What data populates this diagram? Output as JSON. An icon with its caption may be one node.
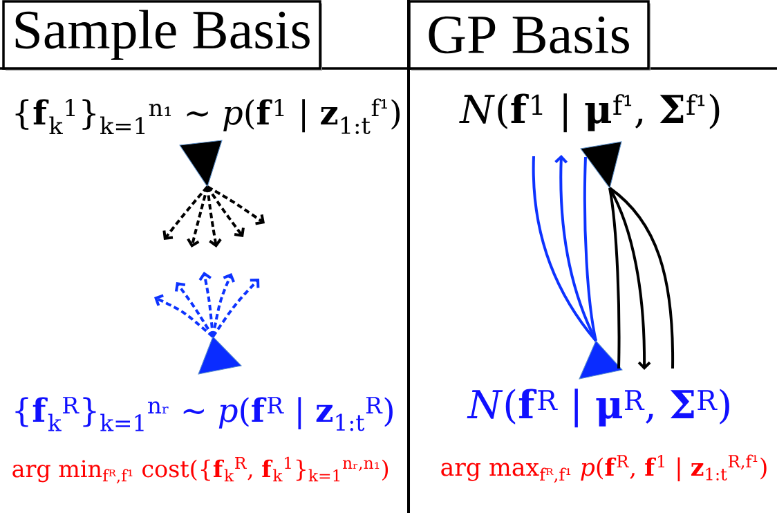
{
  "diagram": {
    "nodes": [
      {
        "text": [
          "Sample Basis"
        ]
      },
      {
        "text": [
          "GP Basis"
        ]
      },
      {
        "text": [],
        "shape": "triangle"
      },
      {
        "text": [],
        "shape": "triangle"
      },
      {
        "text": [],
        "shape": "triangle"
      },
      {
        "text": [],
        "shape": "triangle"
      }
    ],
    "edges": [
      {
        "from": 2,
        "to": null,
        "arrow": "to",
        "style": "dashed"
      },
      {
        "from": 2,
        "to": null,
        "arrow": "to",
        "style": "dashed"
      },
      {
        "from": 2,
        "to": null,
        "arrow": "to",
        "style": "dashed"
      },
      {
        "from": 2,
        "to": null,
        "arrow": "to",
        "style": "dashed"
      },
      {
        "from": 2,
        "to": null,
        "arrow": "to",
        "style": "dashed"
      },
      {
        "from": 4,
        "to": null,
        "arrow": "to",
        "style": "dashed",
        "color": "#0d33ff"
      },
      {
        "from": 4,
        "to": null,
        "arrow": "to",
        "style": "dashed",
        "color": "#0d33ff"
      },
      {
        "from": 4,
        "to": null,
        "arrow": "to",
        "style": "dashed",
        "color": "#0d33ff"
      },
      {
        "from": 4,
        "to": null,
        "arrow": "to",
        "style": "dashed",
        "color": "#0d33ff"
      },
      {
        "from": 4,
        "to": null,
        "arrow": "to",
        "style": "dashed",
        "color": "#0d33ff"
      },
      {
        "from": 5,
        "to": null,
        "arrow": "none",
        "color": "#0d33ff"
      },
      {
        "from": 5,
        "to": null,
        "arrow": "to",
        "color": "#0d33ff"
      },
      {
        "from": 5,
        "to": 3,
        "arrow": "none",
        "color": "#0d33ff"
      },
      {
        "from": 3,
        "to": 5,
        "arrow": "none"
      },
      {
        "from": 3,
        "to": null,
        "arrow": "to"
      },
      {
        "from": 3,
        "to": null,
        "arrow": "none"
      }
    ],
    "labels": [
      "{**f**$_{k}$$^{1}$}$_{k=1}$$^{n₁}$ ∼ *p*(**f**$^{1}$ | **z**$_{1:t}$$^{f¹}$)",
      "*N*(**f**$^{1}$ | **μ**$^{f¹}$, **Σ**$^{f¹}$)",
      "{**f**$_{k}$$^{R}$}$_{k=1}$$^{nᵣ}$ ∼ *p*(**f**$^{R}$ | **z**$_{1:t}$$^{R}$)",
      "*N*(**f**$^{R}$ | **μ**$^{R}$, **Σ**$^{R}$)",
      "arg min$_{fᴿ,f¹}$ cost({**f**$_{k}$$^{R}$, **f**$_{k}$$^{1}$}$_{k=1}$$^{nᵣ,n₁}$)",
      "arg max$_{fᴿ,f¹}$ *p*(**f**$^{R}$, **f**$^{1}$ | **z**$_{1:t}$$^{R,f¹}$)"
    ]
  }
}
